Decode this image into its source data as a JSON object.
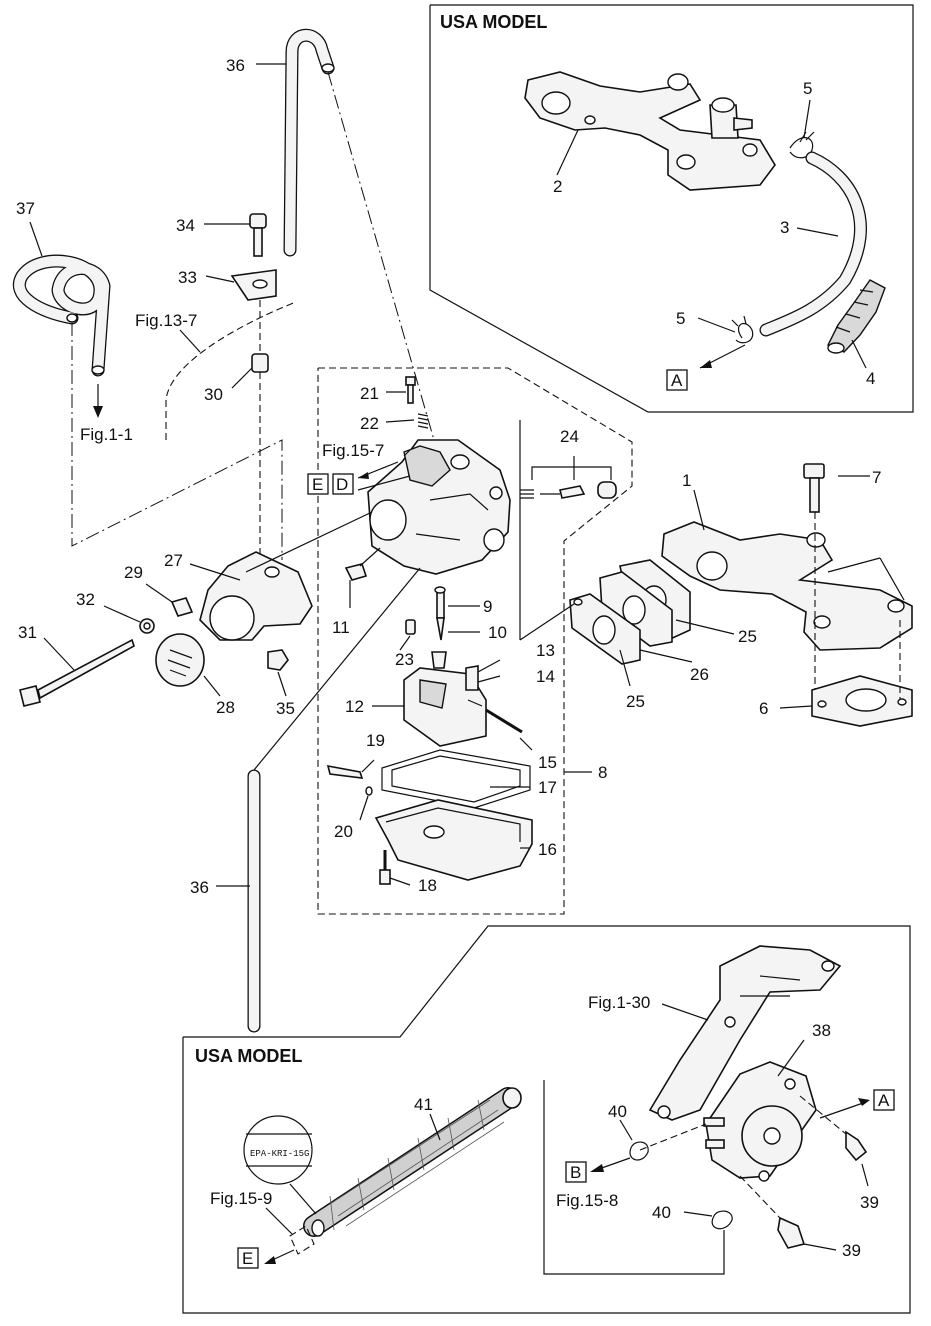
{
  "model_headers": {
    "top_right": "USA MODEL",
    "bottom": "USA MODEL"
  },
  "callouts": {
    "c1": "1",
    "c2": "2",
    "c3": "3",
    "c4": "4",
    "c5a": "5",
    "c5b": "5",
    "c6": "6",
    "c7": "7",
    "c8": "8",
    "c9": "9",
    "c10": "10",
    "c11": "11",
    "c12": "12",
    "c13": "13",
    "c14": "14",
    "c15": "15",
    "c16": "16",
    "c17": "17",
    "c18": "18",
    "c19": "19",
    "c20": "20",
    "c21": "21",
    "c22": "22",
    "c23": "23",
    "c24": "24",
    "c25a": "25",
    "c25b": "25",
    "c26": "26",
    "c27": "27",
    "c28": "28",
    "c29": "29",
    "c30": "30",
    "c31": "31",
    "c32": "32",
    "c33": "33",
    "c34": "34",
    "c35": "35",
    "c36a": "36",
    "c36b": "36",
    "c37": "37",
    "c38": "38",
    "c39a": "39",
    "c39b": "39",
    "c40a": "40",
    "c40b": "40",
    "c41": "41"
  },
  "figure_refs": {
    "fig_13_7": "Fig.13-7",
    "fig_1_1": "Fig.1-1",
    "fig_15_7": "Fig.15-7",
    "fig_1_30": "Fig.1-30",
    "fig_15_8": "Fig.15-8",
    "fig_15_9": "Fig.15-9"
  },
  "connector_keys": {
    "a_top": "A",
    "a_bottom": "A",
    "b": "B",
    "d": "D",
    "e_top": "E",
    "e_bottom": "E"
  },
  "hose_marking": "EPA-KRI-15G"
}
